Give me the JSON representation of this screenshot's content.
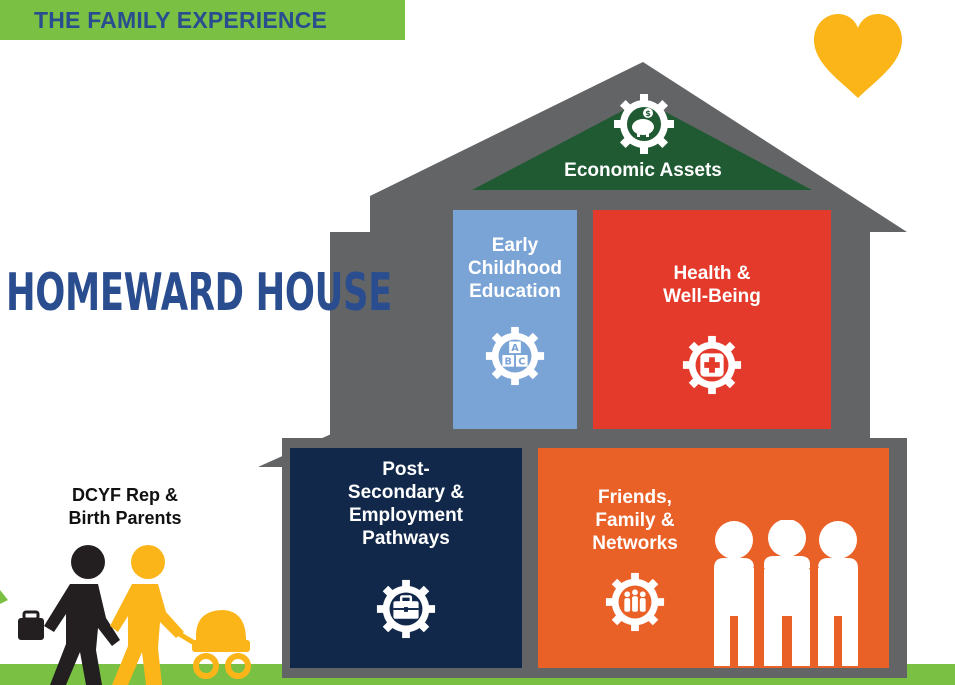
{
  "header": {
    "banner_text": "THE FAMILY EXPERIENCE"
  },
  "title": "HOMEWARD HOUSE",
  "rooms": {
    "roof": {
      "label": "Economic Assets",
      "icon": "piggy-bank-icon"
    },
    "early_childhood": {
      "lines": [
        "Early",
        "Childhood",
        "Education"
      ],
      "icon": "abc-blocks-icon"
    },
    "health": {
      "lines": [
        "Health &",
        "Well-Being"
      ],
      "icon": "medical-cross-icon"
    },
    "post_secondary": {
      "lines": [
        "Post-",
        "Secondary &",
        "Employment",
        "Pathways"
      ],
      "icon": "briefcase-icon"
    },
    "friends": {
      "lines": [
        "Friends,",
        "Family &",
        "Networks"
      ],
      "icon": "group-of-people-icon"
    }
  },
  "people": {
    "lines": [
      "DCYF Rep &",
      "Birth Parents"
    ]
  },
  "colors": {
    "banner": "#7ac043",
    "title": "#2a4d8f",
    "house_frame": "#636466",
    "roof_room": "#1f5a32",
    "early_childhood": "#7ba4d6",
    "health": "#e43a2c",
    "post_secondary": "#12284b",
    "friends": "#ea6128",
    "heart": "#fbb519",
    "walker_dark": "#231f20",
    "walker_yellow": "#fbb519",
    "ground": "#7ac043"
  }
}
